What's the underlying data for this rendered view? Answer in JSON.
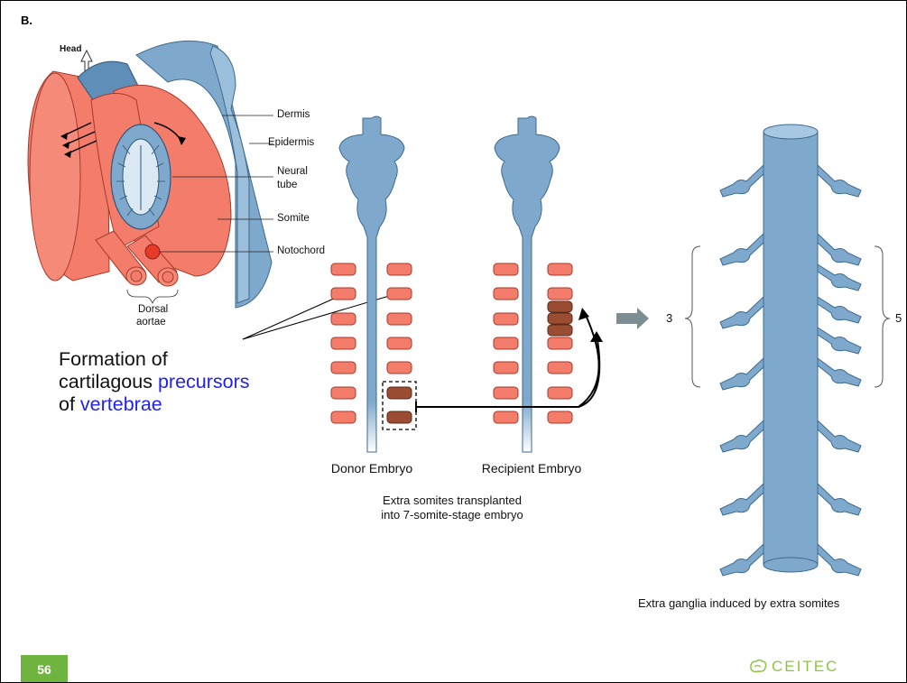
{
  "panel_label": "B.",
  "left_diagram": {
    "head": "Head",
    "dermis": "Dermis",
    "epidermis": "Epidermis",
    "neural_tube": [
      "Neural",
      "tube"
    ],
    "somite": "Somite",
    "notochord": "Notochord",
    "dorsal_aortae": [
      "Dorsal",
      "aortae"
    ]
  },
  "main_text": {
    "line1": "Formation of",
    "line2_a": "cartilagous ",
    "line2_b": "precursors",
    "line3_a": "of ",
    "line3_b": "vertebrae"
  },
  "middle": {
    "donor": "Donor Embryo",
    "recipient": "Recipient Embryo",
    "caption1": "Extra somites transplanted",
    "caption2": "into 7-somite-stage embryo"
  },
  "right": {
    "left_count": "3",
    "right_count": "5",
    "caption": "Extra ganglia induced by extra somites"
  },
  "footer": {
    "slide_number": "56",
    "logo": "CEITEC"
  },
  "colors": {
    "somite": "#f47c6b",
    "transplanted": "#9a4d32",
    "neural": "#7fa9cc",
    "accent_blue": "#2222ee",
    "slide_number_bg": "#6fb43f",
    "logo": "#8cc63f"
  }
}
